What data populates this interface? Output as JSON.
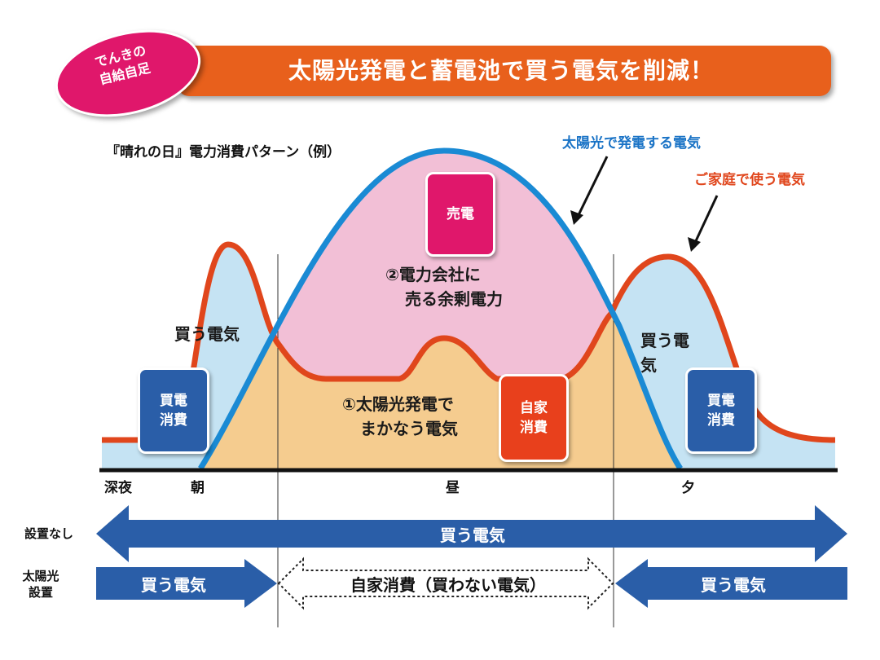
{
  "header": {
    "badge_line1": "でんきの",
    "badge_line2": "自給自足",
    "title": "太陽光発電と蓄電池で買う電気を削減！"
  },
  "chart": {
    "subtitle": "『晴れの日』電力消費パターン（例）",
    "legend_solar": "太陽光で発電する電気",
    "legend_home": "ご家庭で使う電気",
    "sell_box": "売電",
    "surplus_line1": "②電力会社に",
    "surplus_line2": "売る余剰電力",
    "self_line1": "①太陽光発電で",
    "self_line2": "まかなう電気",
    "self_box_line1": "自家",
    "self_box_line2": "消費",
    "buy_left": "買う電気",
    "buy_right_line1": "買う電",
    "buy_right_line2": "気",
    "buy_box_line1": "買電",
    "buy_box_line2": "消費",
    "time_labels": [
      "深夜",
      "朝",
      "昼",
      "夕"
    ]
  },
  "rows": {
    "row1_label": "設置なし",
    "row1_arrow": "買う電気",
    "row2_label_line1": "太陽光",
    "row2_label_line2": "設置",
    "row2_left": "買う電気",
    "row2_middle": "自家消費（買わない電気）",
    "row2_right": "買う電気"
  },
  "colors": {
    "banner": "#e8601c",
    "badge": "#e0176b",
    "solar_line": "#1a8ad4",
    "home_line": "#e0461c",
    "sell_area": "#f2bfd6",
    "self_area": "#f5cc8f",
    "buy_area": "#c5e3f3",
    "arrow_blue": "#2a5ea8"
  }
}
